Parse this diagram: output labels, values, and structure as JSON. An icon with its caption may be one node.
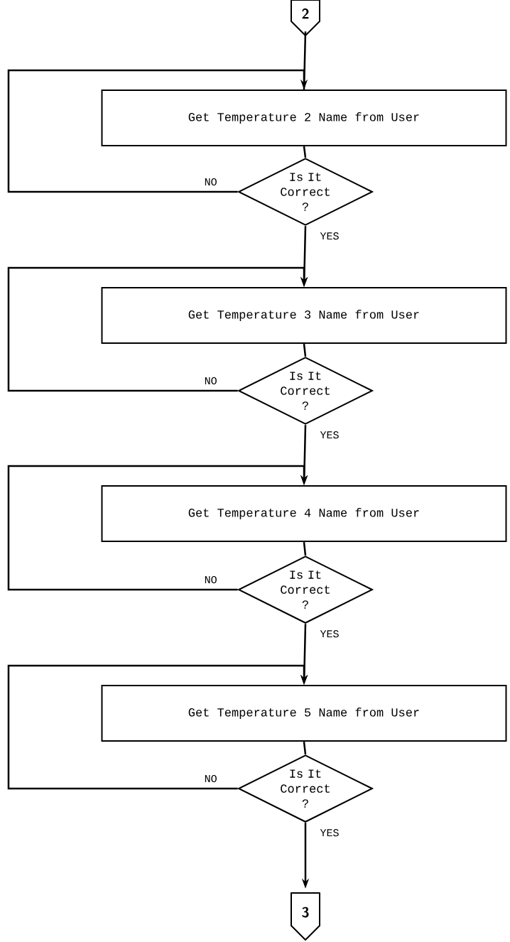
{
  "diagram": {
    "nodes": [
      {
        "text": [
          "2"
        ]
      },
      {
        "text": [
          "Get Temperature 2 Name from User"
        ]
      },
      {
        "text": [
          "Is It Correct ?"
        ]
      },
      {
        "text": [
          "Get Temperature 3 Name from User"
        ]
      },
      {
        "text": [
          "Is It Correct ?"
        ]
      },
      {
        "text": [
          "Get Temperature 4 Name from User"
        ]
      },
      {
        "text": [
          "Is It Correct ?"
        ]
      },
      {
        "text": [
          "Get Temperature 5 Name from User"
        ]
      },
      {
        "text": [
          "Is It Correct ?"
        ]
      },
      {
        "text": [
          "3"
        ]
      }
    ],
    "edges": [
      {
        "from": 0,
        "to": 1,
        "arrow": "none"
      },
      {
        "from": 1,
        "to": 2,
        "arrow": "none"
      },
      {
        "from": 2,
        "to": 1,
        "arrow": "to",
        "label": "NO"
      },
      {
        "from": 2,
        "to": 3,
        "arrow": "to",
        "label": "YES"
      },
      {
        "from": 3,
        "to": 4,
        "arrow": "none"
      },
      {
        "from": 4,
        "to": 3,
        "arrow": "to",
        "label": "NO"
      },
      {
        "from": 4,
        "to": 5,
        "arrow": "to",
        "label": "YES"
      },
      {
        "from": 5,
        "to": 6,
        "arrow": "none"
      },
      {
        "from": 6,
        "to": 5,
        "arrow": "to",
        "label": "NO"
      },
      {
        "from": 6,
        "to": 7,
        "arrow": "to",
        "label": "YES"
      },
      {
        "from": 7,
        "to": 8,
        "arrow": "none"
      },
      {
        "from": 8,
        "to": 7,
        "arrow": "to",
        "label": "NO"
      },
      {
        "from": 8,
        "to": 9,
        "arrow": "to",
        "label": "YES"
      }
    ]
  }
}
